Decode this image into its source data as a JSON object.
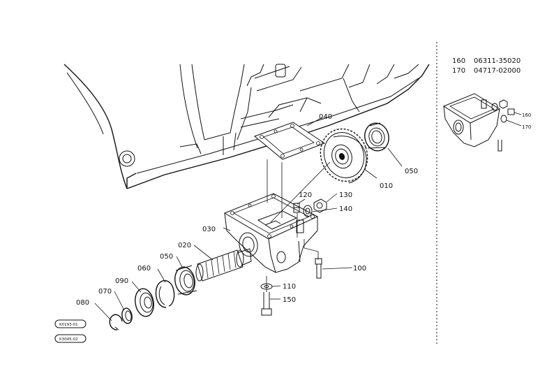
{
  "diagram": {
    "parts": [
      {
        "id": "part-010",
        "label": "010"
      },
      {
        "id": "part-020",
        "label": "020"
      },
      {
        "id": "part-030",
        "label": "030"
      },
      {
        "id": "part-040",
        "label": "040"
      },
      {
        "id": "part-050a",
        "label": "050"
      },
      {
        "id": "part-050b",
        "label": "050"
      },
      {
        "id": "part-060",
        "label": "060"
      },
      {
        "id": "part-070",
        "label": "070"
      },
      {
        "id": "part-080",
        "label": "080"
      },
      {
        "id": "part-090",
        "label": "090"
      },
      {
        "id": "part-100",
        "label": "100"
      },
      {
        "id": "part-110",
        "label": "110"
      },
      {
        "id": "part-120",
        "label": "120"
      },
      {
        "id": "part-130",
        "label": "130"
      },
      {
        "id": "part-140",
        "label": "140"
      },
      {
        "id": "part-150",
        "label": "150"
      }
    ],
    "inset": {
      "rows": [
        {
          "item": "160",
          "part_no": "06311-35020"
        },
        {
          "item": "170",
          "part_no": "04717-02000"
        }
      ],
      "labels": [
        "160",
        "170"
      ]
    },
    "refs": [
      "K0193-01",
      "K3045-02"
    ]
  }
}
